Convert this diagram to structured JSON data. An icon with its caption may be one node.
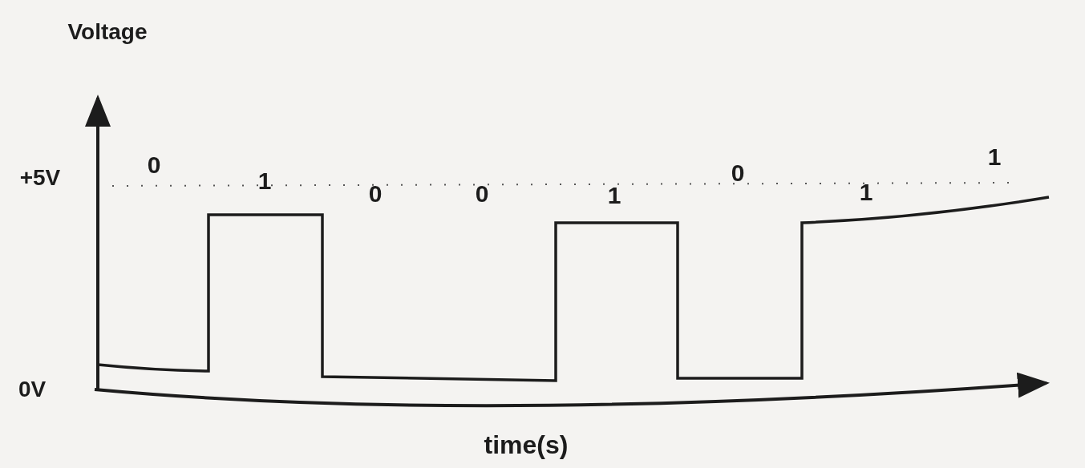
{
  "diagram": {
    "labels": [
      "Voltage",
      "+5V",
      "0",
      "1",
      "0",
      "0",
      "1",
      "0",
      "1",
      "1",
      "0V",
      "time(s)"
    ]
  }
}
